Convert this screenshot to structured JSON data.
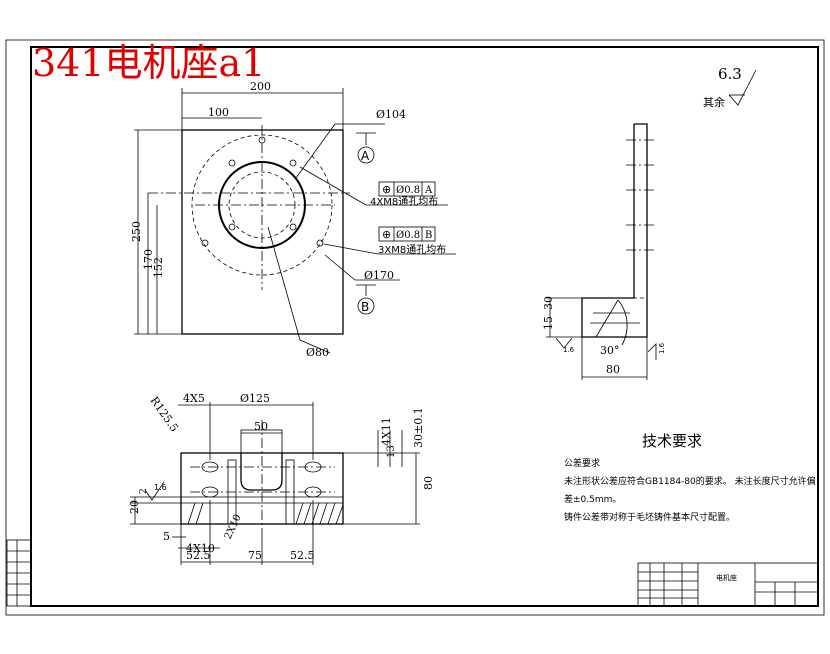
{
  "title": "341电机座a1",
  "roughness": {
    "value": "6.3",
    "rest_label": "其余"
  },
  "front_view": {
    "dim_200": "200",
    "dim_100": "100",
    "dim_250": "250",
    "dim_170": "170",
    "dim_152": "152",
    "dia_104": "Ø104",
    "dia_170": "Ø170",
    "dia_80": "Ø80",
    "tol_a_sym": "⊕",
    "tol_a_val": "Ø0.8",
    "tol_a_ref": "A",
    "tol_b_sym": "⊕",
    "tol_b_val": "Ø0.8",
    "tol_b_ref": "B",
    "note_4holes": "4XM8通孔均布",
    "note_3holes": "3XM8通孔均布",
    "datum_a": "A",
    "datum_b": "B"
  },
  "side_view": {
    "dim_15": "15",
    "dim_30": "30",
    "dim_80": "80",
    "angle": "30°",
    "rough_left": "1.6",
    "rough_right": "1.6"
  },
  "top_view": {
    "dim_4x5": "4X5",
    "dim_r": "Ø125",
    "dim_r2": "R125.5",
    "dim_50": "50",
    "dim_4x11": "4X11",
    "dim_tol": "30±0.1",
    "dim_13": "13",
    "dim_80": "80",
    "dim_2": "2",
    "rough_16": "1.6",
    "dim_20": "20",
    "dim_5": "5",
    "dim_4x10": "4X10",
    "dim_2x10": "2X10",
    "dim_52_5a": "52.5",
    "dim_75": "75",
    "dim_52_5b": "52.5"
  },
  "tech_req": {
    "heading": "技术要求",
    "line1": "公差要求",
    "line2": "未注形状公差应符合GB1184-80的要求。 未注长度尺寸允许偏",
    "line3": "差±0.5mm。",
    "line4": "铸件公差带对称于毛坯铸件基本尺寸配置。"
  },
  "title_block": {
    "part_name": "电机座"
  }
}
